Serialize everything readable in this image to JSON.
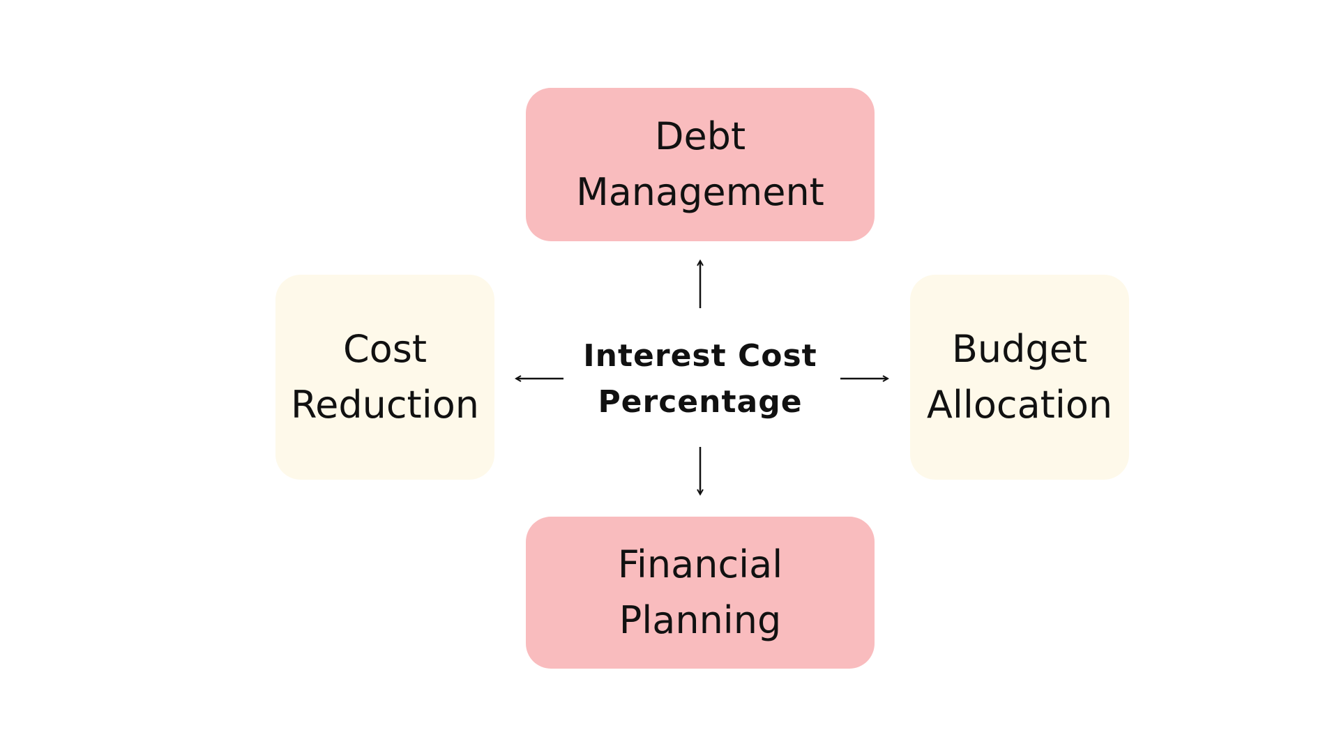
{
  "center": {
    "line1": "Interest Cost",
    "line2": "Percentage"
  },
  "nodes": {
    "top": {
      "line1": "Debt",
      "line2": "Management"
    },
    "bottom": {
      "line1": "Financial",
      "line2": "Planning"
    },
    "left": {
      "line1": "Cost",
      "line2": "Reduction"
    },
    "right": {
      "line1": "Budget",
      "line2": "Allocation"
    }
  },
  "colors": {
    "pink_box": "#f9bcbe",
    "cream_box": "#fef9ea",
    "text": "#111111",
    "arrow": "#111111"
  }
}
